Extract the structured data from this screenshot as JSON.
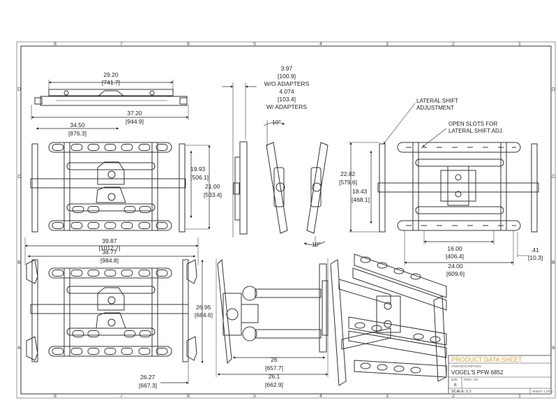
{
  "zones": {
    "columns": [
      "8",
      "7",
      "6",
      "5",
      "4",
      "3",
      "2",
      "1"
    ],
    "rows": [
      "D",
      "C",
      "B",
      "A"
    ]
  },
  "dims": {
    "d1_in": "29.20",
    "d1_mm": "[741.7]",
    "d2_in": "37.20",
    "d2_mm": "[944.9]",
    "d3_in": "34.50",
    "d3_mm": "[876.3]",
    "d4_in": "19.93",
    "d4_mm": "[506.1]",
    "d5_in": "21.00",
    "d5_mm": "[533.4]",
    "d6_in": "3.97",
    "d6_mm": "[100.9]",
    "d6_note": "W/O ADAPTERS",
    "d7_in": "4.074",
    "d7_mm": "[103.4]",
    "d7_note": "W/ ADAPTERS",
    "angle_top": "10°",
    "angle_bottom": "10°",
    "d8_in": "22.82",
    "d8_mm": "[579.6]",
    "d9_in": "18.43",
    "d9_mm": "[468.1]",
    "d10_in": "16.00",
    "d10_mm": "[406.4]",
    "d11_in": "24.00",
    "d11_mm": "[609.6]",
    "d12_in": ".41",
    "d12_mm": "[10.3]",
    "d13_in": "39.87",
    "d13_mm": "[1012.7]",
    "d14_in": "38.77",
    "d14_mm": "[984.8]",
    "d15_in": "26.95",
    "d15_mm": "[684.6]",
    "d16_in": "26.27",
    "d16_mm": "[667.3]",
    "d17_in": "26",
    "d17_mm": "[657.7]",
    "d18_in": "26.1",
    "d18_mm": "[662.9]"
  },
  "notes": {
    "lateral_1": "LATERAL SHIFT",
    "lateral_2": "ADJUSTMENT",
    "slots_1": "OPEN SLOTS FOR",
    "slots_2": "LATERAL SHIFT ADJ."
  },
  "title_block": {
    "title": "PRODUCT DATA SHEET",
    "desc_label": "ITEM DESCRIPTION",
    "description": "VOGEL'S PFW 6852",
    "size_label": "SIZE",
    "size_value": "B",
    "dwg_label": "DWG. NO.",
    "scale": "SCALE: 1:1",
    "sheet": "SHEET 1 OF 1",
    "accent": "#d4a23c"
  }
}
